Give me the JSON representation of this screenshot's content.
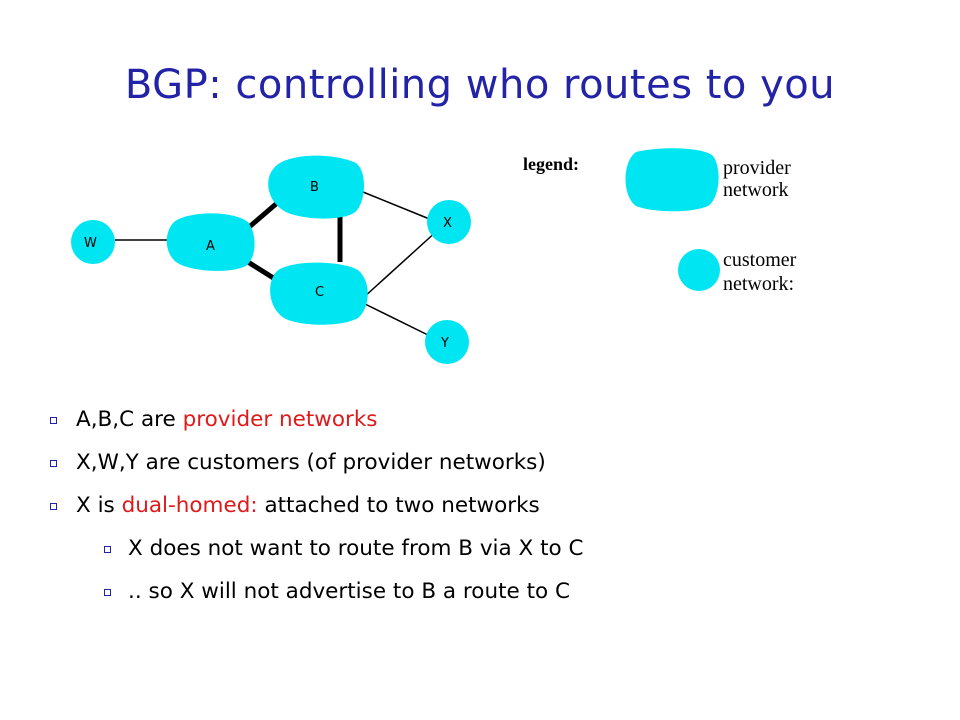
{
  "title": "BGP: controlling who routes to you",
  "diagram": {
    "nodes": {
      "A": "A",
      "B": "B",
      "C": "C",
      "W": "W",
      "X": "X",
      "Y": "Y"
    },
    "legend": {
      "title": "legend:",
      "provider_line1": "provider",
      "provider_line2": "network",
      "customer_line1": "customer",
      "customer_line2": "network:"
    },
    "colors": {
      "network_fill": "#00e5f2",
      "title": "#2323a8",
      "highlight": "#e0191a"
    }
  },
  "bullets": [
    {
      "pre": "A,B,C are ",
      "hl": "provider networks",
      "post": ""
    },
    {
      "pre": "X,W,Y are customers (of provider networks)",
      "hl": "",
      "post": ""
    },
    {
      "pre": "X is ",
      "hl": "dual-homed:",
      "post": " attached to two networks"
    },
    {
      "pre": "X does not want to route from B via X to C",
      "hl": "",
      "post": ""
    },
    {
      "pre": ".. so X will not advertise to B a route to C",
      "hl": "",
      "post": ""
    }
  ]
}
